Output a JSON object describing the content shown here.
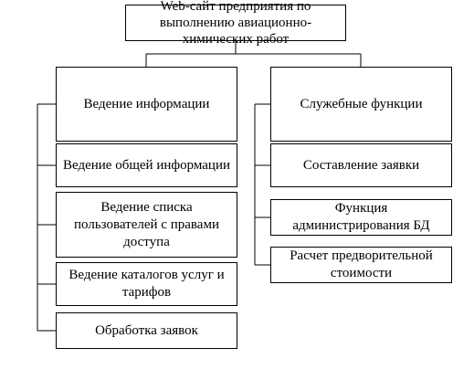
{
  "diagram": {
    "root": {
      "label": "Web-сайт предприятия по выполнению авиационно-химических работ"
    },
    "sections": [
      {
        "label": "Ведение информации",
        "children": [
          "Ведение общей информации",
          "Ведение списка пользователей с правами доступа",
          "Ведение каталогов услуг и тарифов",
          "Обработка заявок"
        ]
      },
      {
        "label": "Служебные функции",
        "children": [
          "Составление заявки",
          "Функция администрирования БД",
          "Расчет предворительной стоимости"
        ]
      }
    ]
  }
}
